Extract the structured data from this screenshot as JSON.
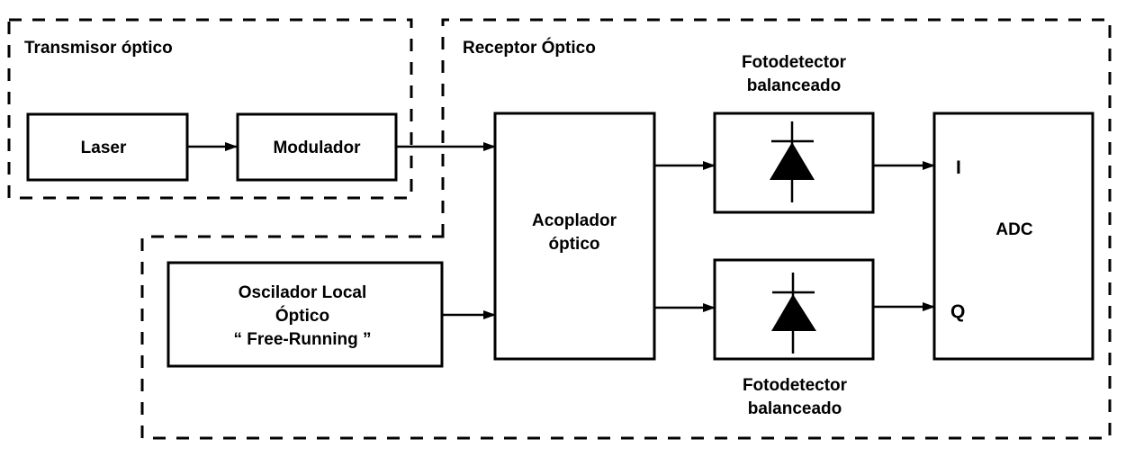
{
  "diagram": {
    "groups": {
      "transmitter": {
        "title": "Transmisor óptico"
      },
      "receiver": {
        "title": "Receptor Óptico"
      }
    },
    "blocks": {
      "laser": {
        "label": "Laser"
      },
      "modulator": {
        "label": "Modulador"
      },
      "local_oscillator": {
        "lines": [
          "Oscilador Local",
          "Óptico",
          "“ Free-Running ”"
        ]
      },
      "coupler": {
        "lines": [
          "Acoplador",
          "óptico"
        ]
      },
      "photodetector_top": {
        "caption": [
          "Fotodetector",
          "balanceado"
        ],
        "icon": "photodiode-icon"
      },
      "photodetector_bottom": {
        "caption": [
          "Fotodetector",
          "balanceado"
        ],
        "icon": "photodiode-icon"
      },
      "adc": {
        "label": "ADC",
        "port_i": "I",
        "port_q": "Q"
      }
    },
    "connections": [
      {
        "from": "Laser",
        "to": "Modulador"
      },
      {
        "from": "Modulador",
        "to": "Acoplador óptico"
      },
      {
        "from": "Oscilador Local Óptico",
        "to": "Acoplador óptico"
      },
      {
        "from": "Acoplador óptico",
        "to": "Fotodetector balanceado (superior)"
      },
      {
        "from": "Acoplador óptico",
        "to": "Fotodetector balanceado (inferior)"
      },
      {
        "from": "Fotodetector balanceado (superior)",
        "to": "ADC I"
      },
      {
        "from": "Fotodetector balanceado (inferior)",
        "to": "ADC Q"
      }
    ]
  }
}
